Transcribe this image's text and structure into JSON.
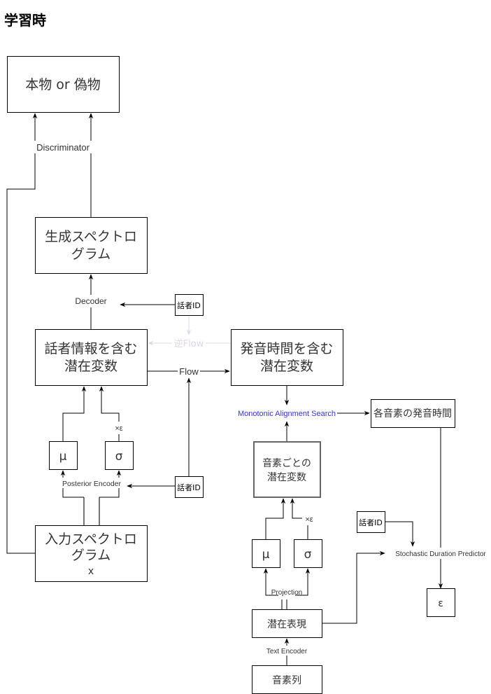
{
  "title": "学習時",
  "nodes": {
    "real_or_fake": "本物 or 偽物",
    "generated_spectrogram": [
      "生成スペクトロ",
      "グラム"
    ],
    "speaker_latent": [
      "話者情報を含む",
      "潜在変数"
    ],
    "duration_latent": [
      "発音時間を含む",
      "潜在変数"
    ],
    "input_spectrogram": [
      "入力スペクトロ",
      "グラム",
      "x"
    ],
    "mu_post": "μ",
    "sigma_post": "σ",
    "speaker_id_decoder": "話者ID",
    "speaker_id_posterior": "話者ID",
    "speaker_id_sdp": "話者ID",
    "phoneme_durations": "各音素の発音時間",
    "phoneme_latent": [
      "音素ごとの",
      "潜在変数"
    ],
    "mu_prior": "μ",
    "sigma_prior": "σ",
    "latent_repr": "潜在表現",
    "phoneme_seq": "音素列",
    "epsilon": "ε"
  },
  "edges": {
    "discriminator": "Discriminator",
    "decoder": "Decoder",
    "inverse_flow": "逆Flow",
    "flow": "Flow",
    "posterior_encoder": "Posterior Encoder",
    "times_eps_post": "×ε",
    "mas": "Monotonic Alignment Search",
    "times_eps_prior": "×ε",
    "projection": "Projection",
    "text_encoder": "Text Encoder",
    "sdp": "Stochastic Duration Predictor"
  },
  "colors": {
    "mas_label": "#3333ff",
    "inverse_flow": "#e1d5e7"
  }
}
